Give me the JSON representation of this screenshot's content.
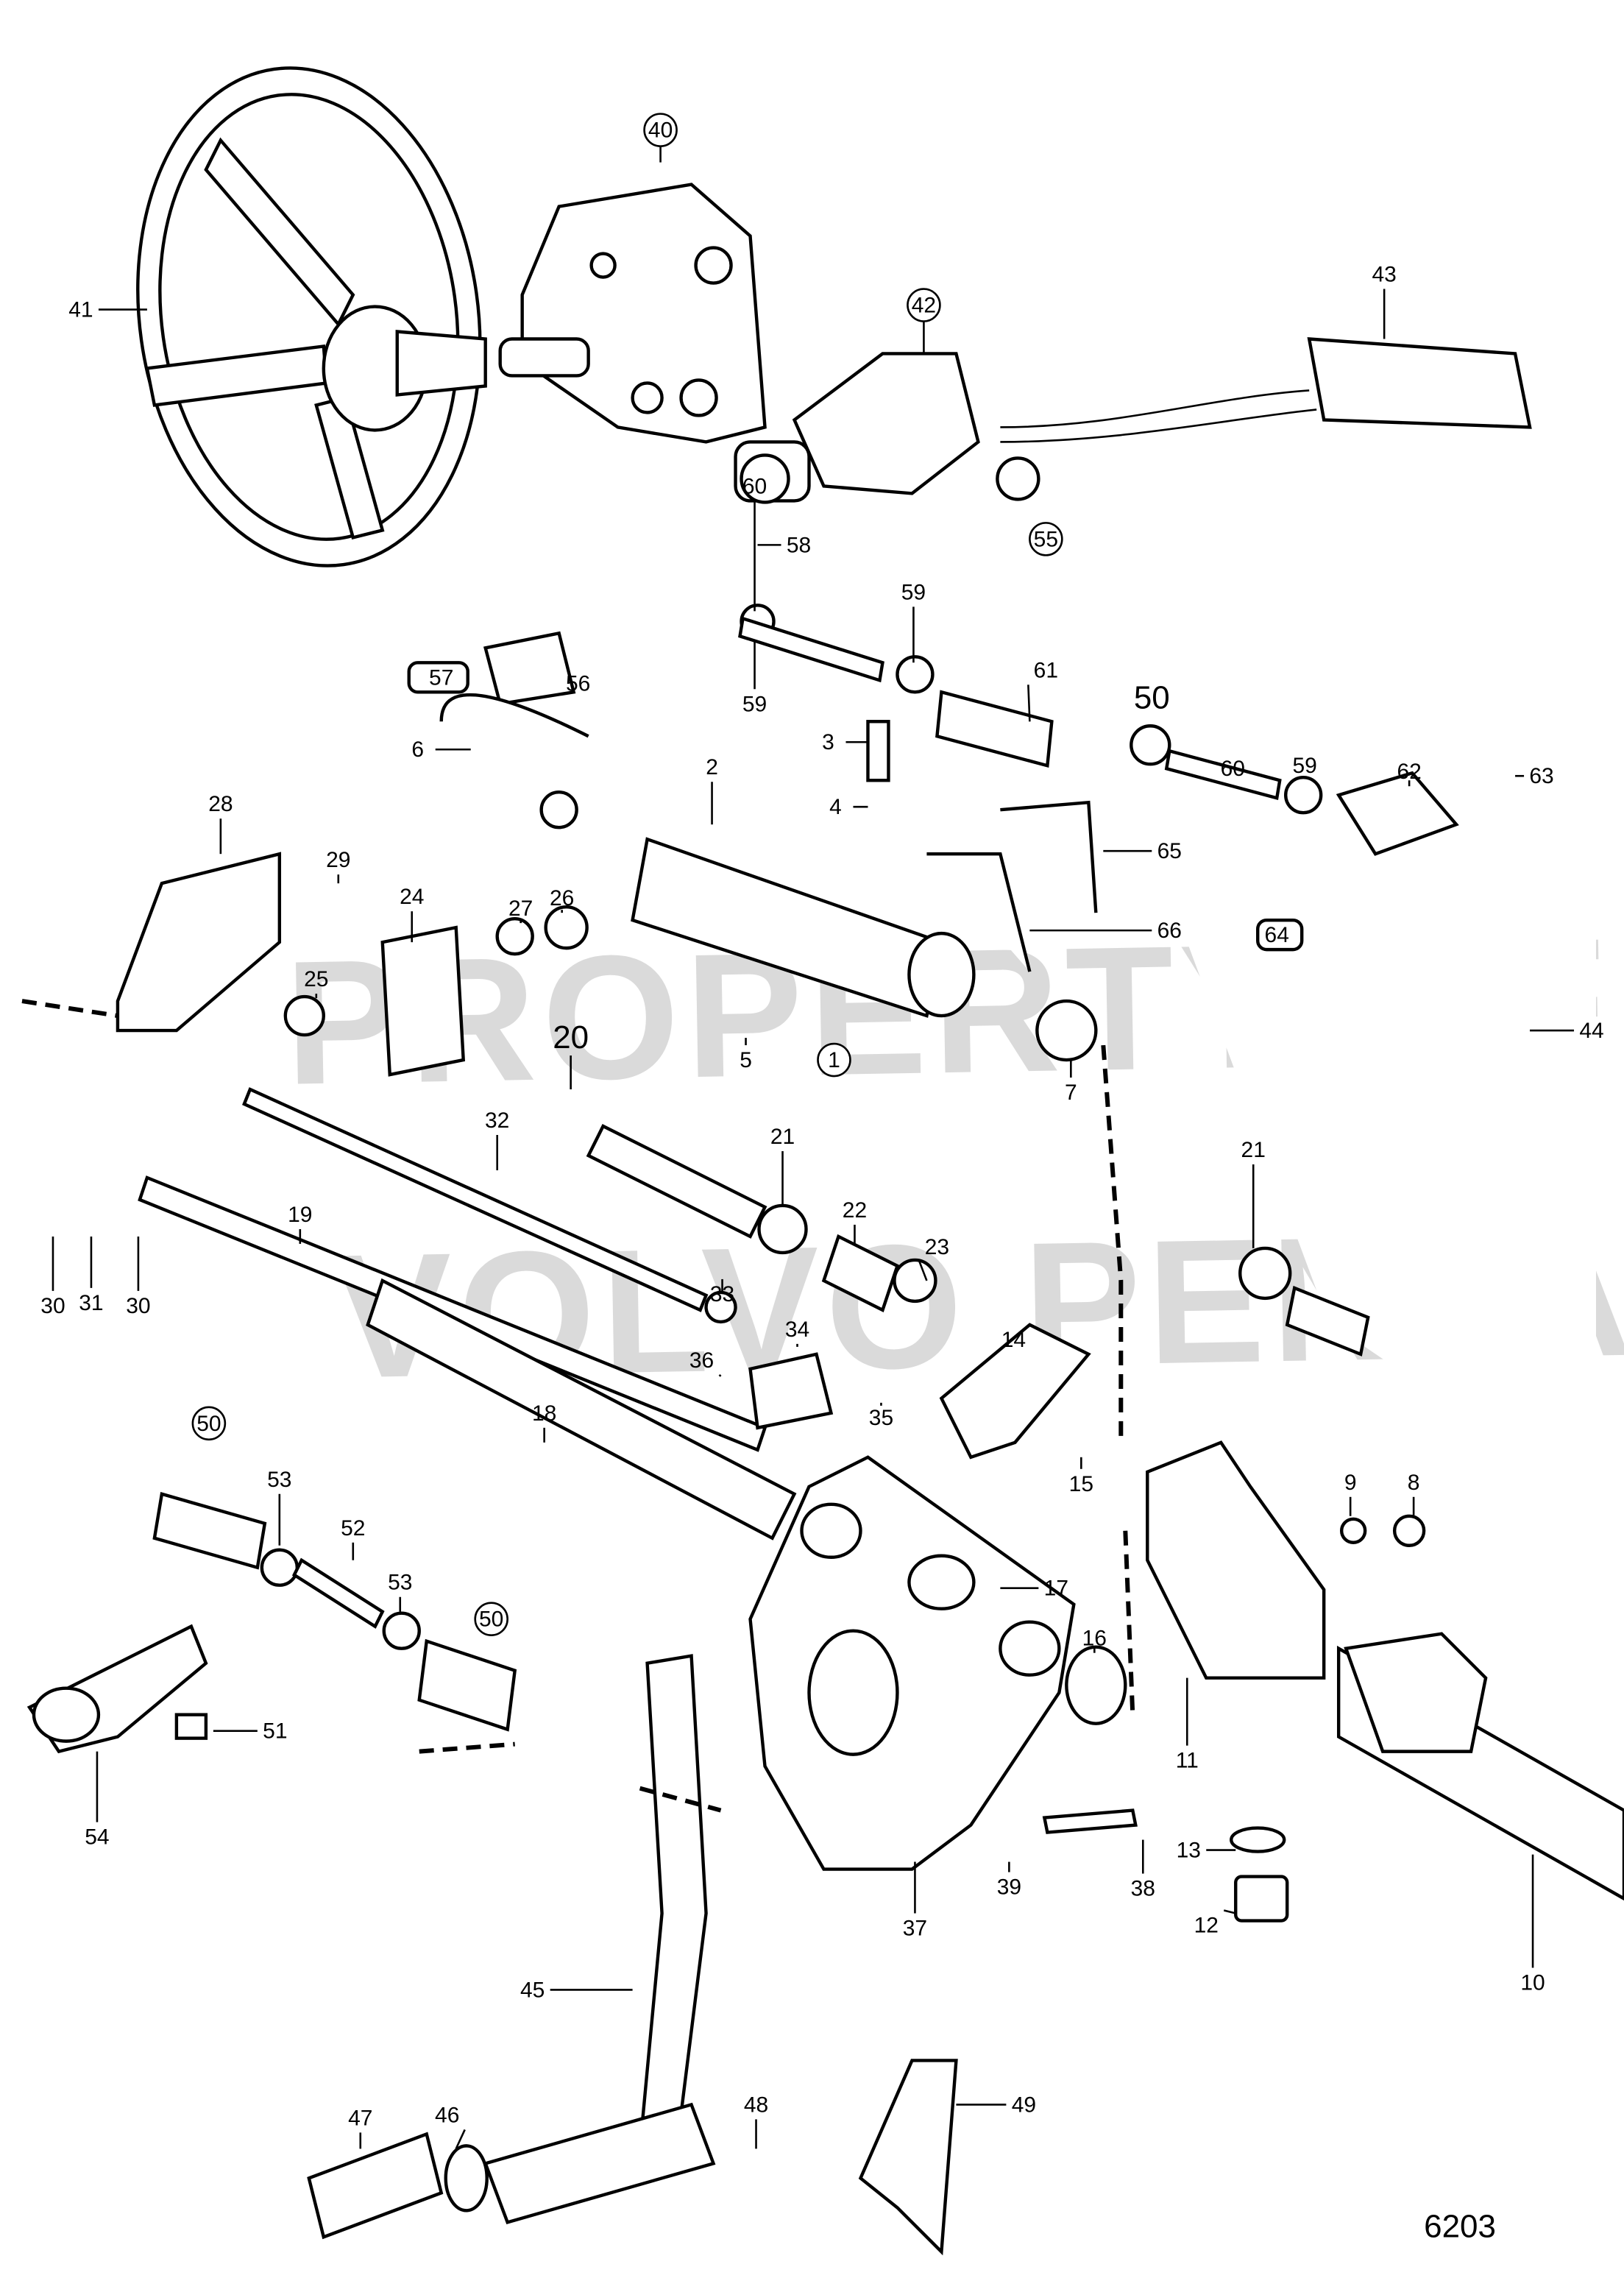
{
  "figure_number": "6203",
  "watermark": {
    "line1": "PROPERTY OF",
    "line2": "VOLVO PENTA"
  },
  "callouts": [
    {
      "label": "40",
      "circled": true
    },
    {
      "label": "41"
    },
    {
      "label": "42",
      "circled": true
    },
    {
      "label": "43"
    },
    {
      "label": "58"
    },
    {
      "label": "60"
    },
    {
      "label": "59"
    },
    {
      "label": "55",
      "circled": true
    },
    {
      "label": "57"
    },
    {
      "label": "56"
    },
    {
      "label": "59"
    },
    {
      "label": "61"
    },
    {
      "label": "50",
      "large": true
    },
    {
      "label": "60"
    },
    {
      "label": "59"
    },
    {
      "label": "62"
    },
    {
      "label": "63"
    },
    {
      "label": "3"
    },
    {
      "label": "4"
    },
    {
      "label": "6"
    },
    {
      "label": "2"
    },
    {
      "label": "65"
    },
    {
      "label": "64"
    },
    {
      "label": "66"
    },
    {
      "label": "28"
    },
    {
      "label": "29"
    },
    {
      "label": "24"
    },
    {
      "label": "27"
    },
    {
      "label": "26"
    },
    {
      "label": "25"
    },
    {
      "label": "5"
    },
    {
      "label": "1",
      "circled": true
    },
    {
      "label": "7"
    },
    {
      "label": "44"
    },
    {
      "label": "20",
      "large": true
    },
    {
      "label": "32"
    },
    {
      "label": "21"
    },
    {
      "label": "22"
    },
    {
      "label": "23"
    },
    {
      "label": "30"
    },
    {
      "label": "31"
    },
    {
      "label": "30"
    },
    {
      "label": "19"
    },
    {
      "label": "33"
    },
    {
      "label": "34"
    },
    {
      "label": "14"
    },
    {
      "label": "21"
    },
    {
      "label": "36"
    },
    {
      "label": "35"
    },
    {
      "label": "18"
    },
    {
      "label": "15"
    },
    {
      "label": "50",
      "circled": true
    },
    {
      "label": "53"
    },
    {
      "label": "52"
    },
    {
      "label": "53"
    },
    {
      "label": "50",
      "circled": true
    },
    {
      "label": "9"
    },
    {
      "label": "8"
    },
    {
      "label": "17"
    },
    {
      "label": "16"
    },
    {
      "label": "11"
    },
    {
      "label": "13"
    },
    {
      "label": "12"
    },
    {
      "label": "51"
    },
    {
      "label": "54"
    },
    {
      "label": "38"
    },
    {
      "label": "39"
    },
    {
      "label": "37"
    },
    {
      "label": "10"
    },
    {
      "label": "45"
    },
    {
      "label": "48"
    },
    {
      "label": "49"
    },
    {
      "label": "47"
    },
    {
      "label": "46"
    }
  ]
}
